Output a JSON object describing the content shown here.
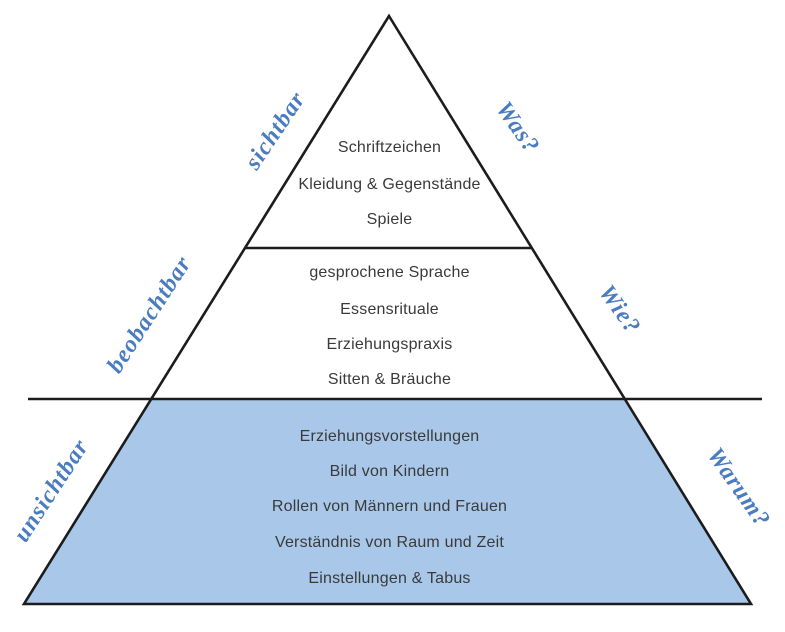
{
  "diagram": {
    "type": "pyramid-iceberg-model",
    "colors": {
      "unsichtbar_fill": "#a8c7e9",
      "line": "#1c1c1c",
      "script_label": "#4a7cc0",
      "body_text": "#3a3a3a"
    },
    "sections": [
      {
        "id": "sichtbar",
        "side_label": "sichtbar",
        "question_label": "Was?",
        "items": [
          "Schriftzeichen",
          "Kleidung & Gegenstände",
          "Spiele"
        ]
      },
      {
        "id": "beobachtbar",
        "side_label": "beobachtbar",
        "question_label": "Wie?",
        "items": [
          "gesprochene Sprache",
          "Essensrituale",
          "Erziehungspraxis",
          "Sitten & Bräuche"
        ]
      },
      {
        "id": "unsichtbar",
        "side_label": "unsichtbar",
        "question_label": "Warum?",
        "items": [
          "Erziehungsvorstellungen",
          "Bild von Kindern",
          "Rollen von Männern und Frauen",
          "Verständnis von Raum und Zeit",
          "Einstellungen & Tabus"
        ]
      }
    ]
  }
}
